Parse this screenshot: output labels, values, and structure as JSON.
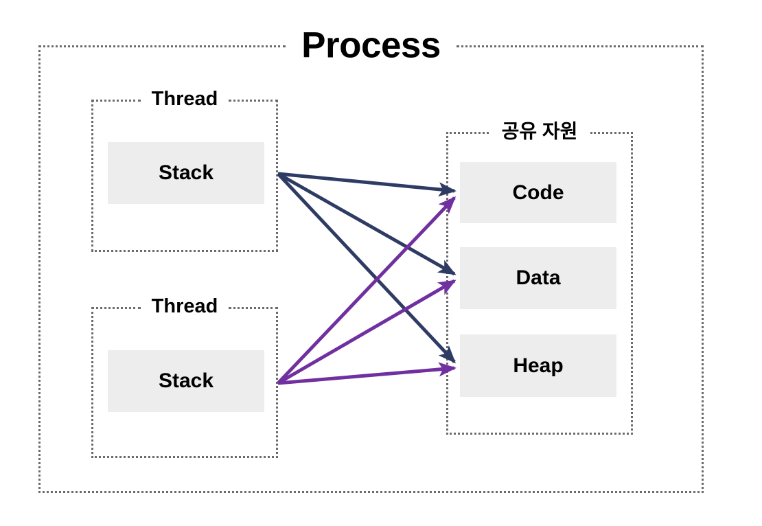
{
  "diagram": {
    "title": "Process",
    "background_color": "#ffffff",
    "border_color": "#6b6b6b",
    "block_fill": "#ededed",
    "thread_arrow_color": "#2e3b63",
    "thread2_arrow_color": "#7030a0"
  },
  "process": {
    "label": "Process"
  },
  "threads": [
    {
      "label": "Thread",
      "stack_label": "Stack",
      "arrow_color": "#2e3b63"
    },
    {
      "label": "Thread",
      "stack_label": "Stack",
      "arrow_color": "#7030a0"
    }
  ],
  "shared_resource": {
    "label": "공유 자원",
    "blocks": [
      {
        "label": "Code"
      },
      {
        "label": "Data"
      },
      {
        "label": "Heap"
      }
    ]
  },
  "connections": [
    {
      "from": "thread-1-stack",
      "to": "code",
      "color": "#2e3b63"
    },
    {
      "from": "thread-1-stack",
      "to": "data",
      "color": "#2e3b63"
    },
    {
      "from": "thread-1-stack",
      "to": "heap",
      "color": "#2e3b63"
    },
    {
      "from": "thread-2-stack",
      "to": "code",
      "color": "#7030a0"
    },
    {
      "from": "thread-2-stack",
      "to": "data",
      "color": "#7030a0"
    },
    {
      "from": "thread-2-stack",
      "to": "heap",
      "color": "#7030a0"
    }
  ]
}
